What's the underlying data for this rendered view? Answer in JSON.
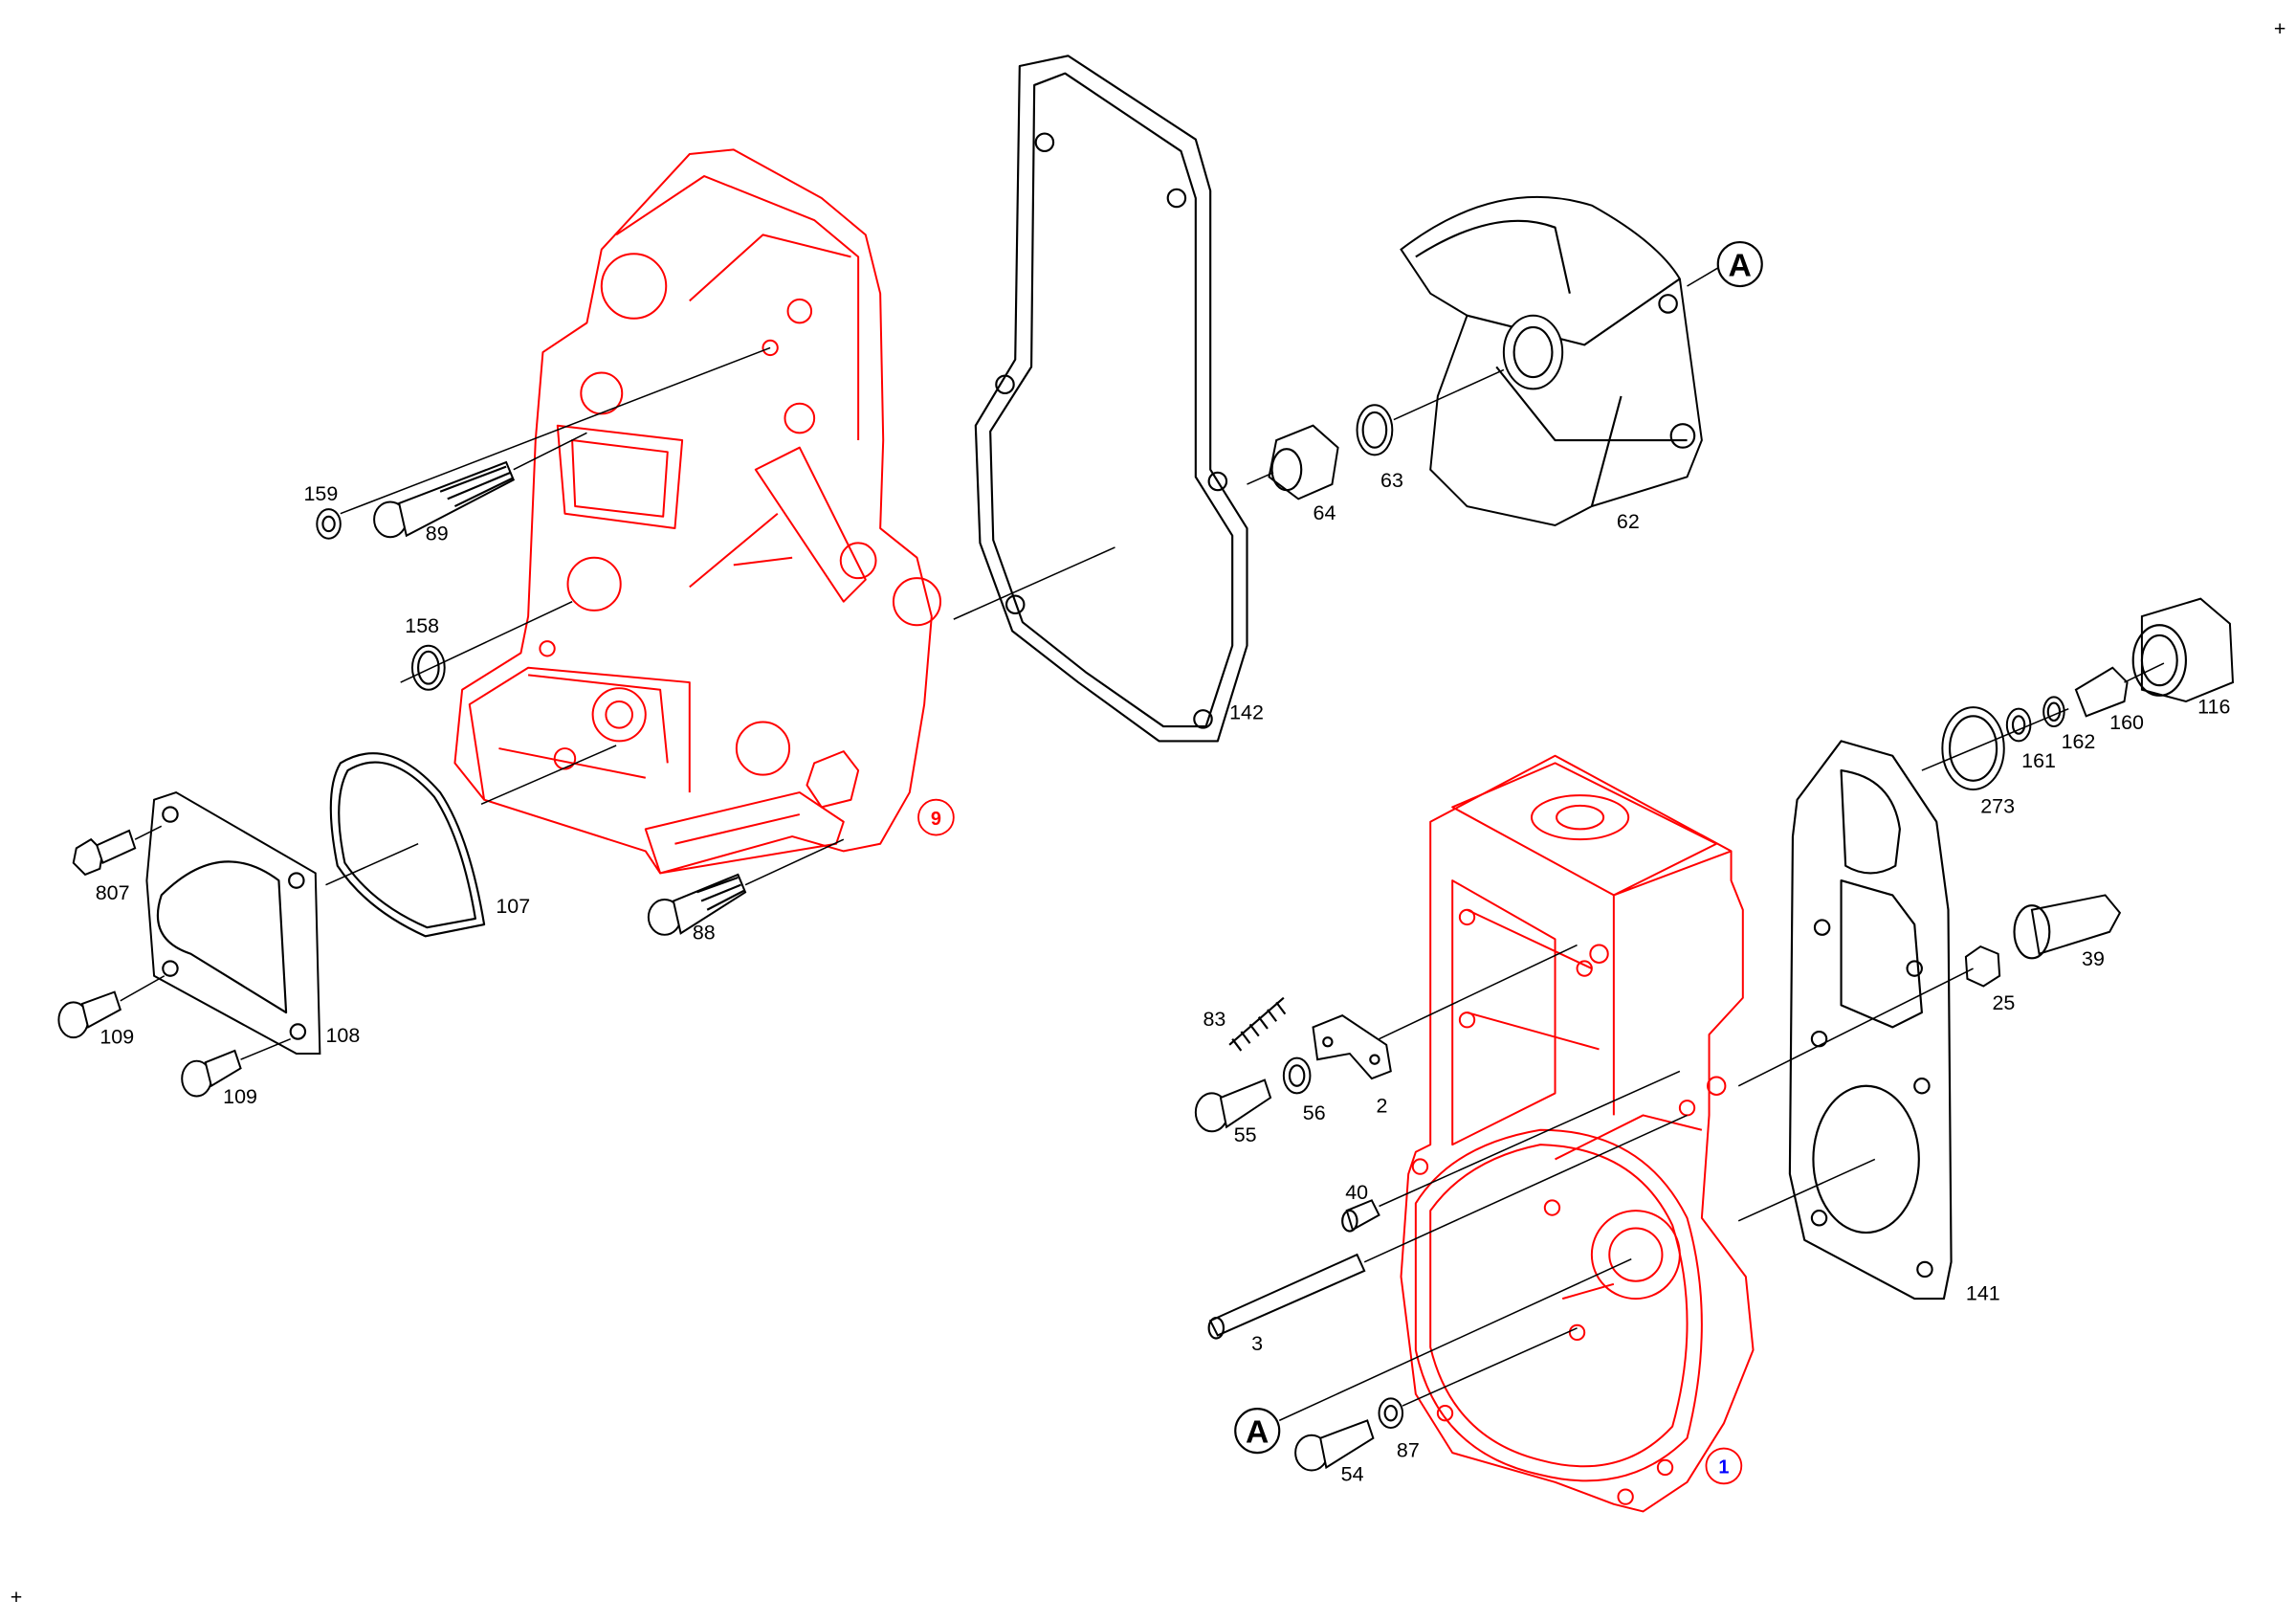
{
  "diagram": {
    "type": "exploded-parts-view",
    "colors": {
      "assembly": "#ff0000",
      "parts": "#000000",
      "assembly_number_text_1": "#0000ff",
      "assembly_number_text_9": "#ff0000"
    },
    "assemblies": [
      {
        "number": "9",
        "label": "9"
      },
      {
        "number": "1",
        "label": "1"
      }
    ],
    "reference_marks": {
      "a_top": "A",
      "a_bottom": "A"
    },
    "part_labels": {
      "p159": "159",
      "p89": "89",
      "p158": "158",
      "p807": "807",
      "p109a": "109",
      "p109b": "109",
      "p108": "108",
      "p107": "107",
      "p88": "88",
      "p142": "142",
      "p64": "64",
      "p63": "63",
      "p62": "62",
      "p116": "116",
      "p160": "160",
      "p162": "162",
      "p161": "161",
      "p273": "273",
      "p39": "39",
      "p25": "25",
      "p83": "83",
      "p2": "2",
      "p56": "56",
      "p55": "55",
      "p40": "40",
      "p3": "3",
      "p54": "54",
      "p87": "87",
      "p141": "141"
    },
    "markers": {
      "crosshair_top": "+",
      "crosshair_bottom": "+"
    }
  }
}
